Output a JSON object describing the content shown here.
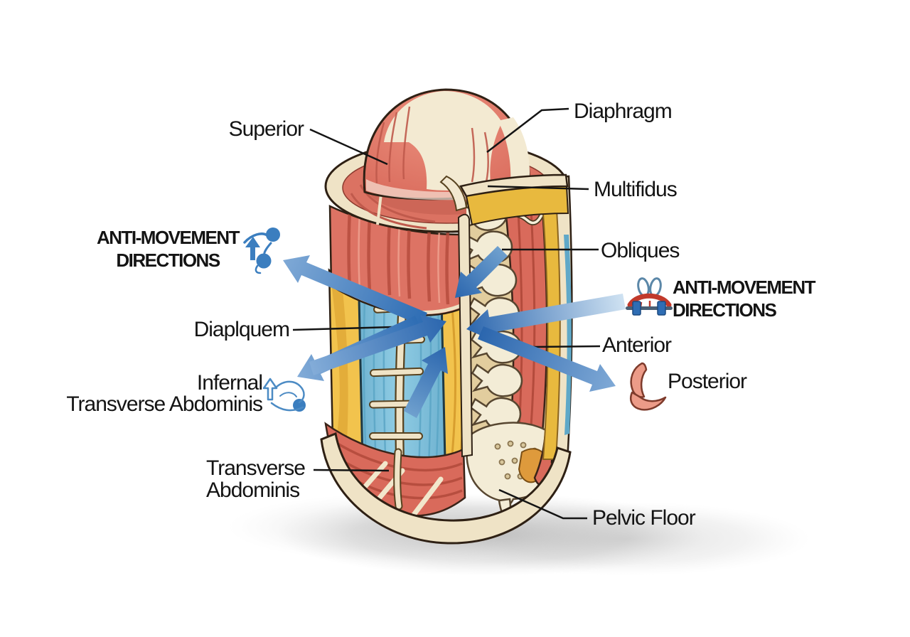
{
  "figure": {
    "description": "Cutaway illustration of the deep core muscle cylinder with anti-movement direction arrows"
  },
  "labels": {
    "superior": "Superior",
    "diaphragm": "Diaphragm",
    "multifidus": "Multifidus",
    "obliques": "Obliques",
    "anti_movement_left": {
      "line1": "ANTI-MOVEMENT",
      "line2": "DIRECTIONS"
    },
    "diaplquem": "Diaplquem",
    "internal_transverse": {
      "line1": "Infernal",
      "line2": "Transverse Abdominis"
    },
    "transverse_abdominis": {
      "line1": "Transverse",
      "line2": "Abdominis"
    },
    "anti_movement_right": {
      "line1": "ANTI-MOVEMENT",
      "line2": "DIRECTIONS"
    },
    "anterior": "Anterior",
    "posterior": "Posterior",
    "pelvic_floor": "Pelvic Floor"
  },
  "icons": {
    "left_anti_movement": "kettlebell-swing-figure-icon",
    "internal_transverse": "swing-figure-icon",
    "right_anti_movement": "hip-thrust-barbell-icon",
    "posterior": "glute-muscle-icon"
  },
  "colors": {
    "arrow_blue_dark": "#2B66AE",
    "arrow_blue_light": "#C6DCEF",
    "muscle_red": "#DD7364",
    "muscle_red_dark": "#B44B3C",
    "fascia_cream": "#EFE3C6",
    "oblique_yellow": "#F2C34D",
    "deep_blue_muscle": "#7FC3DE",
    "bone_cream": "#F2EAD2",
    "icon_blue": "#3B7EBF",
    "posterior_icon_pink": "#EC9B88",
    "label_text": "#141414",
    "background": "#FFFFFF"
  }
}
